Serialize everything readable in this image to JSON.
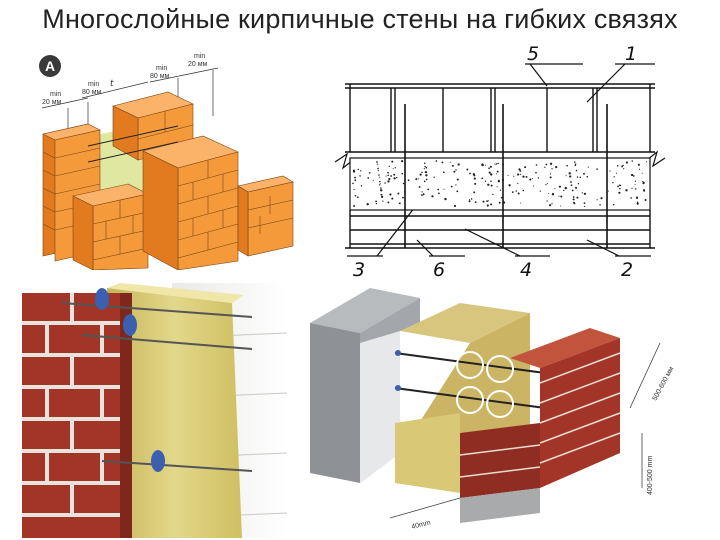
{
  "title": "Многослойные кирпичные стены на гибких связях",
  "panel_a": {
    "badge": "A",
    "dims": [
      {
        "top": "min",
        "bottom": "20 мм"
      },
      {
        "top": "min",
        "bottom": "80 мм"
      },
      {
        "top": "min",
        "bottom": "80 мм"
      },
      {
        "top": "min",
        "bottom": "20 мм"
      }
    ],
    "thickness_symbol": "t"
  },
  "panel_b": {
    "callouts": [
      "5",
      "1",
      "3",
      "6",
      "4",
      "2"
    ]
  },
  "panel_d": {
    "dim_top": "500-600 мм",
    "dim_side": "400-500 mm",
    "dim_bottom": "40mm"
  },
  "colors": {
    "brick_orange": "#f39a3a",
    "brick_red": "#a23527",
    "insulation_yellow": "#d9c876",
    "concrete_gray": "#9ea2a6"
  }
}
